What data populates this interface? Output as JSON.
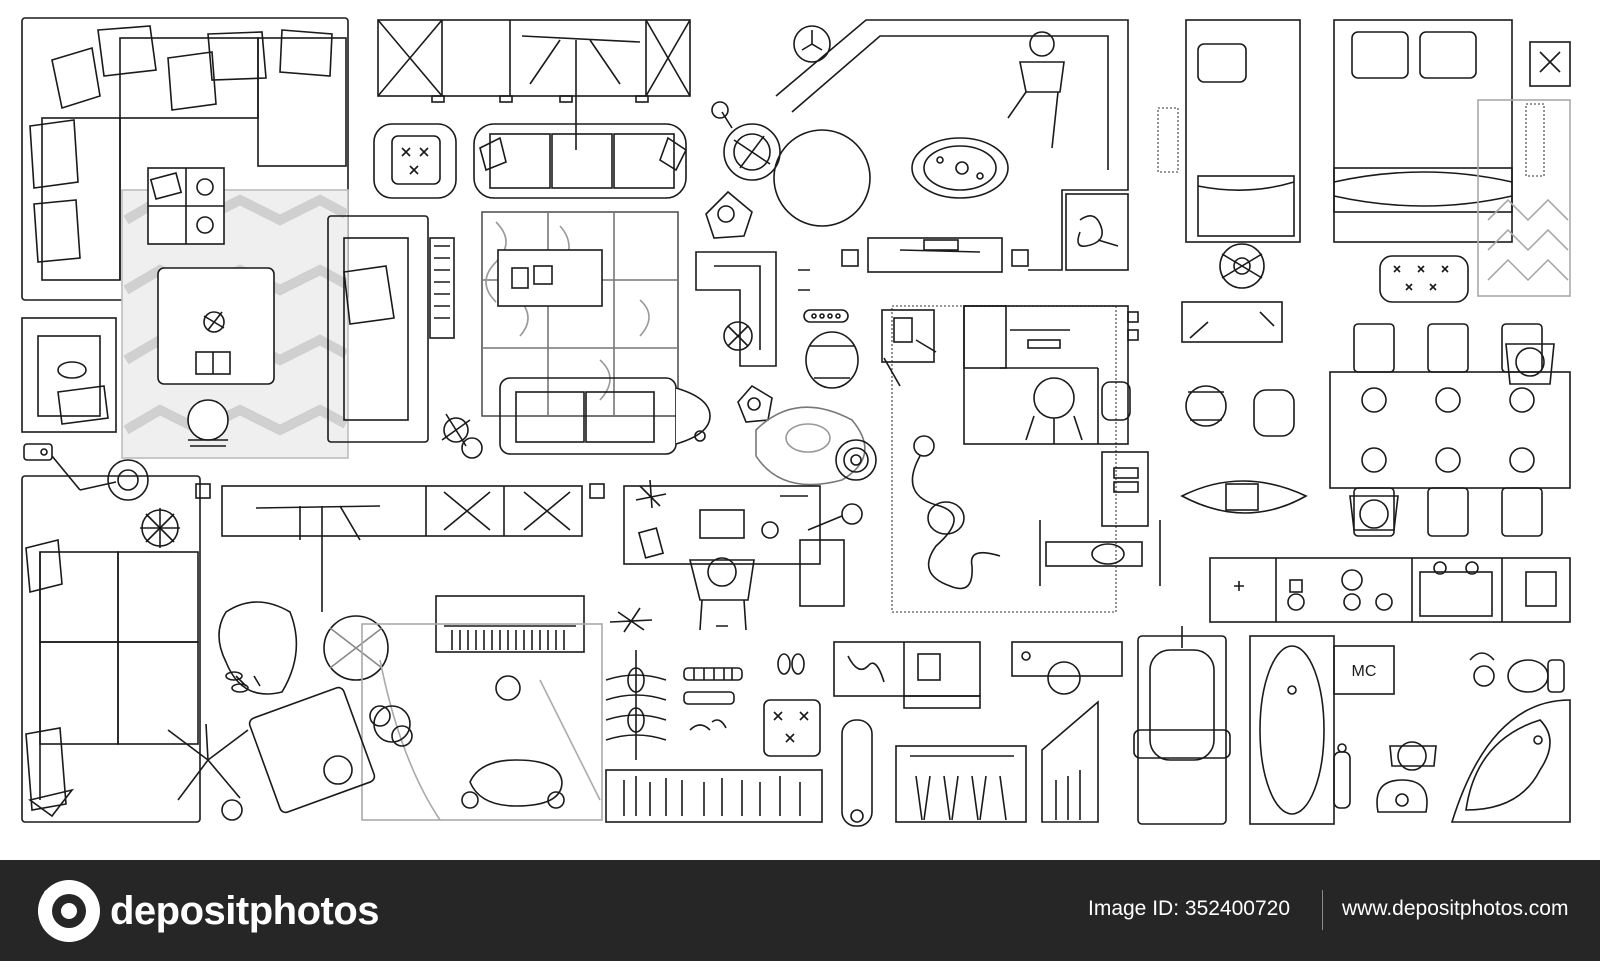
{
  "footer": {
    "brand": "depositphotos",
    "image_id_label": "Image ID:",
    "image_id": "352400720",
    "website": "www.depositphotos.com"
  },
  "plan": {
    "toilet_label": "MC"
  },
  "colors": {
    "line": "#1a1a1a",
    "rug_gray": "#d9d9d9",
    "footer_bg": "#262626",
    "footer_text": "#ffffff"
  }
}
